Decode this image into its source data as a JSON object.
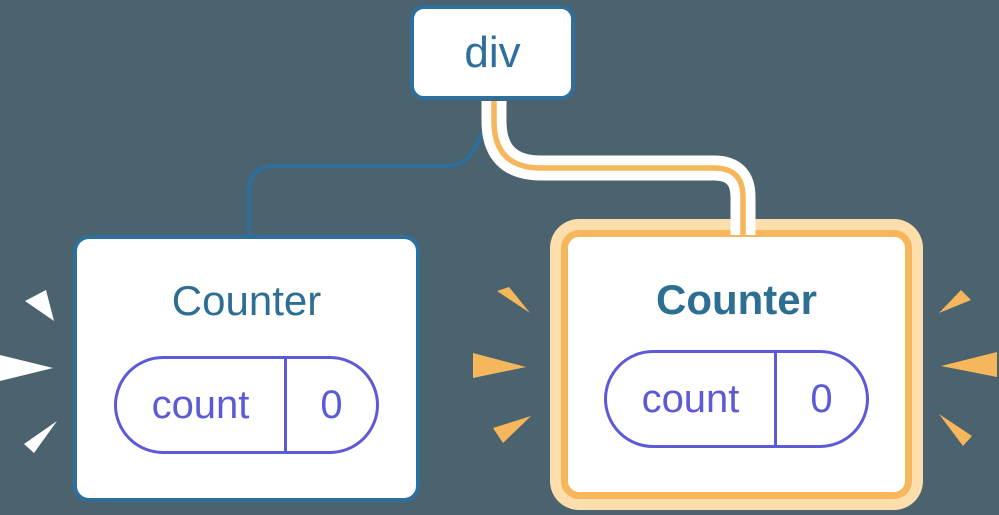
{
  "diagram": {
    "description": "React render tree: div root with two Counter children; right Counter re-rendering (highlighted with orange flash)",
    "root": {
      "label": "div"
    },
    "children": [
      {
        "title": "Counter",
        "state": {
          "key": "count",
          "value": "0"
        },
        "highlighted": false
      },
      {
        "title": "Counter",
        "state": {
          "key": "count",
          "value": "0"
        },
        "highlighted": true
      }
    ],
    "decorations": {
      "left_card_sparks": "white-flash-sparks",
      "right_card_sparks": "orange-flash-sparks"
    },
    "colors": {
      "background": "#4B636E",
      "node_blue": "#2E6F9C",
      "title_blue": "#2D6E93",
      "state_indigo": "#5C5AD6",
      "highlight_orange": "#F6B75C",
      "highlight_peach": "#FBDEAC",
      "card_white": "#FFFFFF"
    }
  }
}
